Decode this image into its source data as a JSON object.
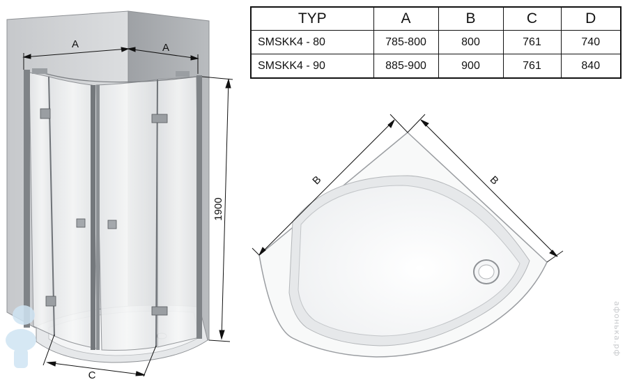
{
  "table": {
    "headers": [
      "TYP",
      "A",
      "B",
      "C",
      "D"
    ],
    "rows": [
      [
        "SMSKK4 - 80",
        "785-800",
        "800",
        "761",
        "740"
      ],
      [
        "SMSKK4 - 90",
        "885-900",
        "900",
        "761",
        "840"
      ]
    ]
  },
  "left_drawing": {
    "dimension_a_left": "A",
    "dimension_a_right": "A",
    "dimension_height": "1900",
    "dimension_c": "C"
  },
  "right_drawing": {
    "dimension_b_left": "B",
    "dimension_b_right": "B"
  },
  "watermark": "афонька.рф",
  "colors": {
    "wall_light": "#d4d6d8",
    "wall_dark": "#a9acb0",
    "glass": "#eef0f1",
    "frame": "#6e7277",
    "line": "#111111"
  }
}
